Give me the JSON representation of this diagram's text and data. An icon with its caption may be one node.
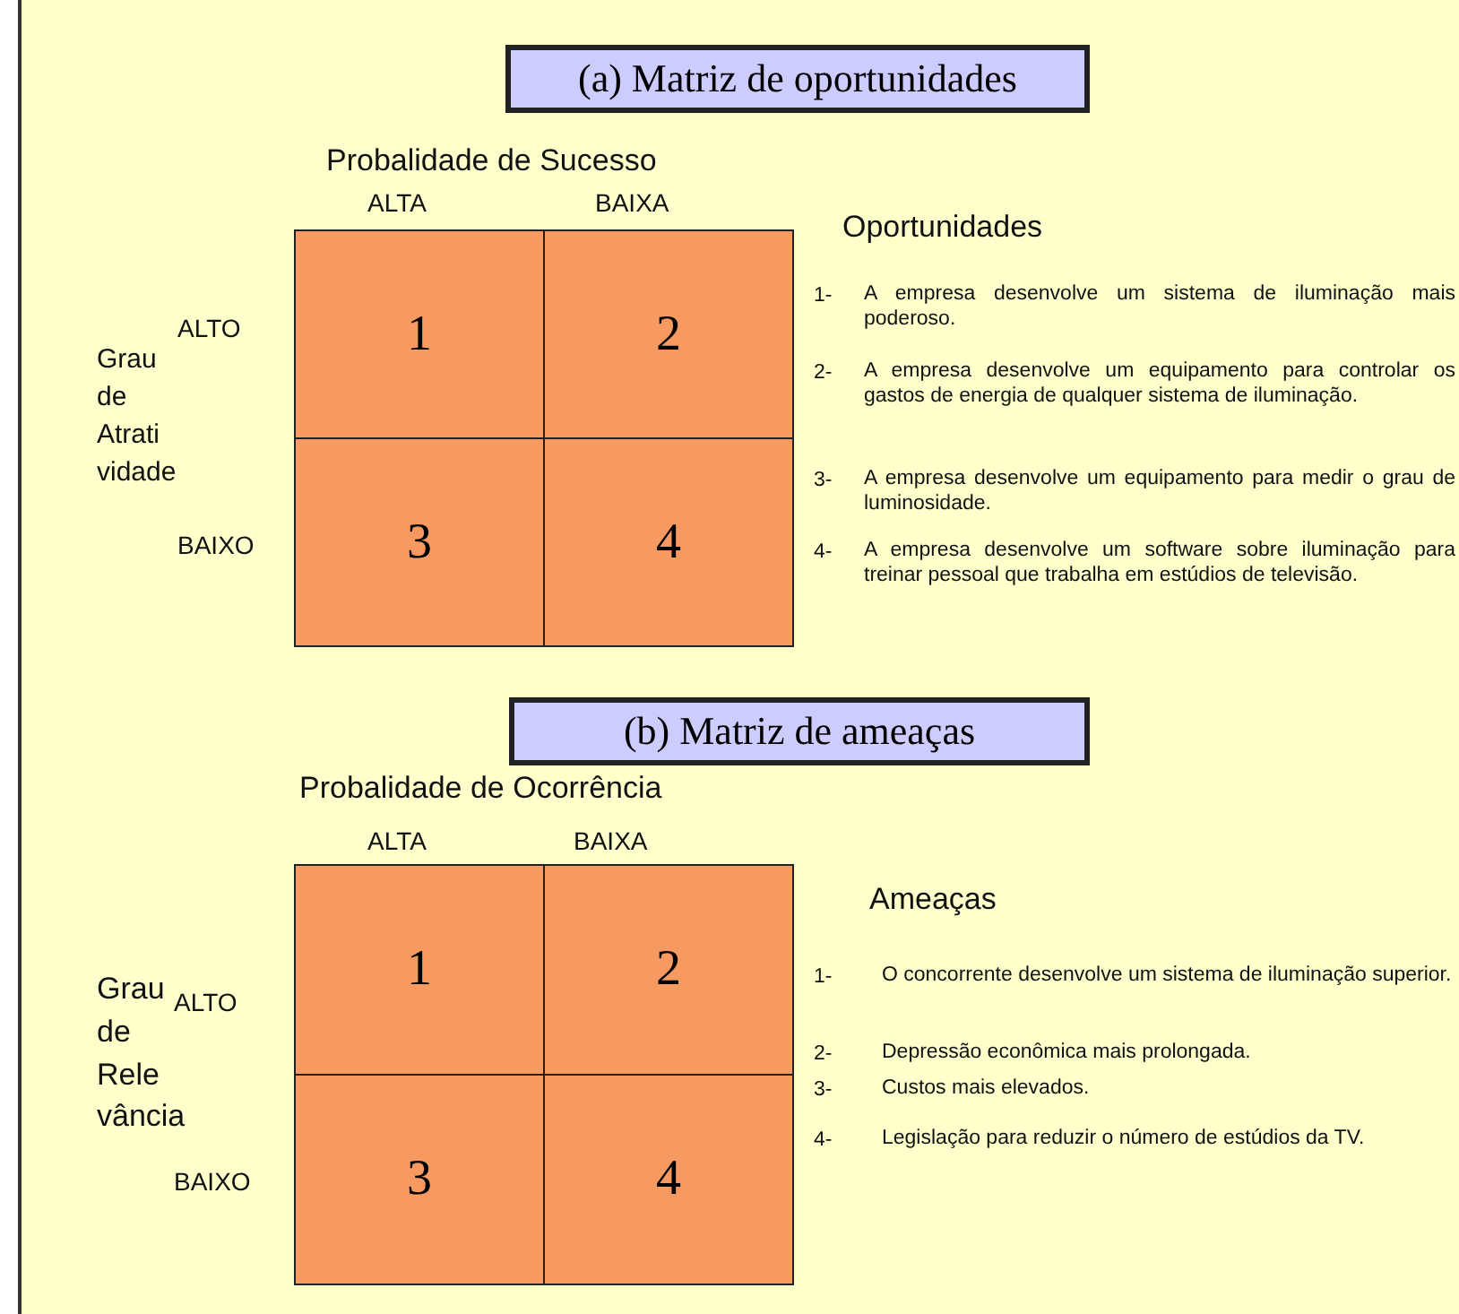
{
  "diagram": {
    "nodes": [
      {
        "text": [
          "(a) Matriz de oportunidades"
        ]
      },
      {
        "text": [
          "1"
        ]
      },
      {
        "text": [
          "2"
        ]
      },
      {
        "text": [
          "3"
        ]
      },
      {
        "text": [
          "4"
        ]
      },
      {
        "text": [
          "(b) Matriz de ameaças"
        ]
      },
      {
        "text": [
          "1"
        ]
      },
      {
        "text": [
          "2"
        ]
      },
      {
        "text": [
          "3"
        ]
      },
      {
        "text": [
          "4"
        ]
      }
    ],
    "edges": [],
    "labels": [
      "Probalidade de Sucesso",
      "ALTA",
      "BAIXA",
      "Oportunidades",
      "Grau de Atrati vidade",
      "ALTO",
      "BAIXO",
      "1-",
      "A empresa desenvolve um sistema de iluminação mais poderoso.",
      "2-",
      "A empresa desenvolve um equipamento para controlar os gastos de energia de qualquer sistema de iluminação.",
      "3-",
      "A empresa desenvolve um equipamento para medir o grau de luminosidade.",
      "4-",
      "A empresa desenvolve um software sobre iluminação para treinar pessoal que trabalha em estúdios de televisão.",
      "Probalidade de Ocorrência",
      "ALTA",
      "BAIXA",
      "Ameaças",
      "Grau de Rele vância",
      "ALTO",
      "BAIXO",
      "1-",
      "O concorrente desenvolve um sistema de iluminação superior.",
      "2-",
      "Depressão econômica mais prolongada.",
      "3-",
      "Custos mais elevados.",
      "4-",
      "Legislação para reduzir o número de estúdios da TV."
    ]
  }
}
